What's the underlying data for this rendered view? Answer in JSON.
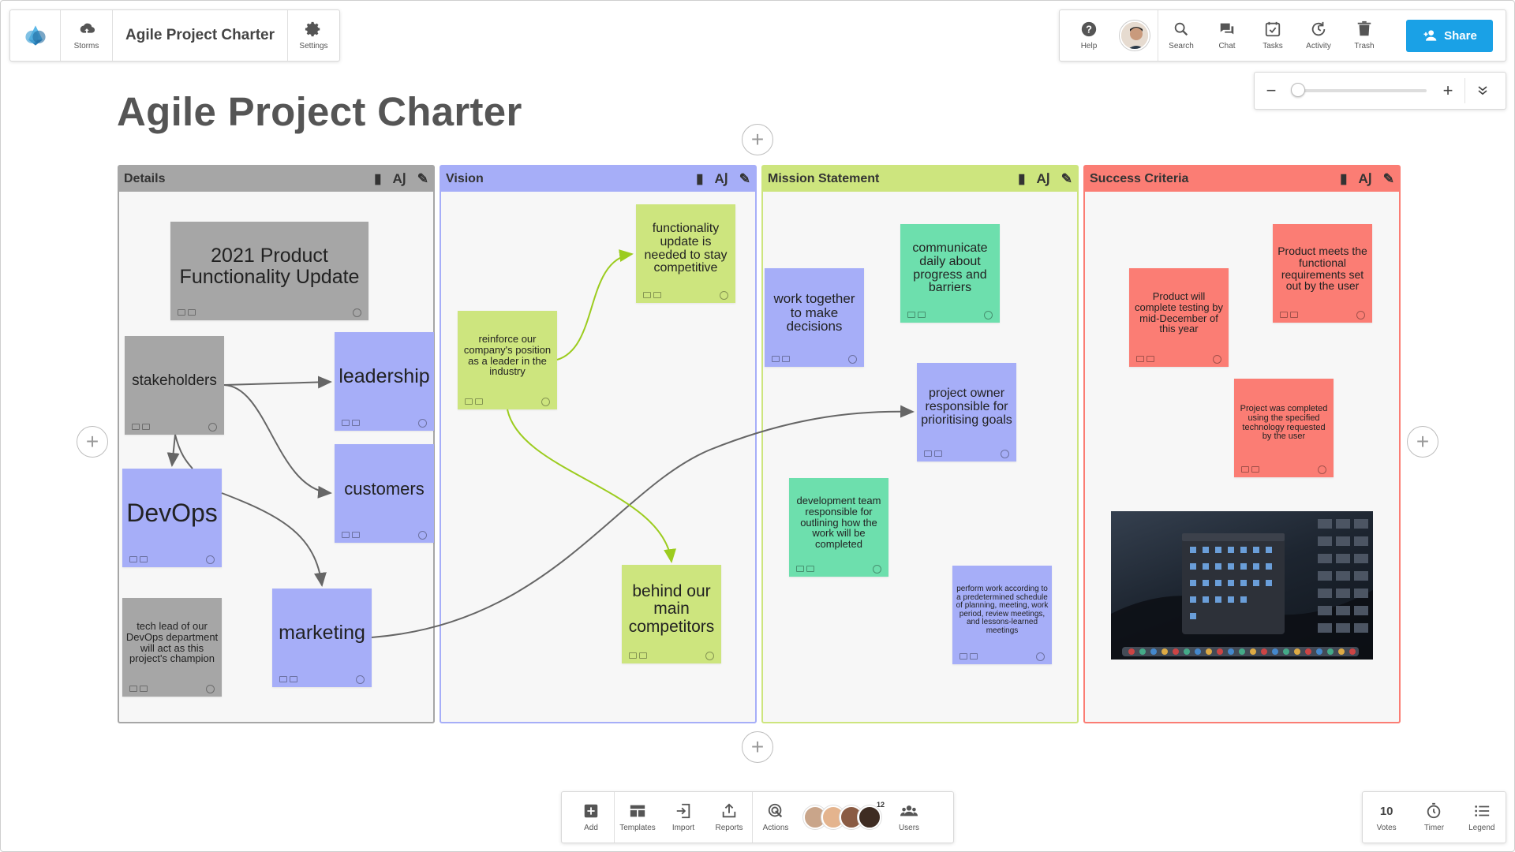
{
  "header": {
    "storms_label": "Storms",
    "board_name": "Agile Project Charter",
    "settings_label": "Settings"
  },
  "topbar": {
    "help": "Help",
    "search": "Search",
    "chat": "Chat",
    "tasks": "Tasks",
    "activity": "Activity",
    "trash": "Trash",
    "share": "Share"
  },
  "zoom": {
    "minus": "−",
    "plus": "+",
    "level": 0.0
  },
  "page_title": "Agile Project Charter",
  "columns": [
    {
      "title": "Details",
      "color": "#a6a6a6",
      "border": "#a6a6a6"
    },
    {
      "title": "Vision",
      "color": "#a6aef8",
      "border": "#a6aef8"
    },
    {
      "title": "Mission Statement",
      "color": "#cde57e",
      "border": "#cde57e"
    },
    {
      "title": "Success Criteria",
      "color": "#fb7d74",
      "border": "#fb7d74"
    }
  ],
  "notes": {
    "product_update": "2021 Product Functionality Update",
    "stakeholders": "stakeholders",
    "leadership": "leadership",
    "customers": "customers",
    "devops": "DevOps",
    "tech_lead": "tech lead of our DevOps department will act as this project's champion",
    "marketing": "marketing",
    "reinforce": "reinforce our company's position as a leader in the industry",
    "functionality": "functionality update is needed to stay competitive",
    "behind": "behind our main competitors",
    "work_together": "work together to make decisions",
    "communicate": "communicate daily about progress and barriers",
    "project_owner": "project owner responsible for prioritising goals",
    "dev_team": "development team responsible for outlining how the work will be completed",
    "perform_work": "perform work according to a predetermined schedule of planning, meeting, work period, review meetings, and lessons-learned meetings",
    "product_meets": "Product meets the functional requirements set out by the user",
    "complete_testing": "Product will complete testing by mid-December of this year",
    "project_completed": "Project was completed using the specified technology requested by the user"
  },
  "bottombar": {
    "add": "Add",
    "templates": "Templates",
    "import": "Import",
    "reports": "Reports",
    "actions": "Actions",
    "users": "Users",
    "user_count": "12"
  },
  "votebar": {
    "votes_count": "10",
    "votes": "Votes",
    "timer": "Timer",
    "legend": "Legend"
  },
  "colors": {
    "accent": "#1aa1e6",
    "arrow_gray": "#666666",
    "arrow_green": "#9ccc1f"
  },
  "icons": [
    "logo-icon",
    "cloud-icon",
    "gear-icon",
    "help-icon",
    "search-icon",
    "chat-icon",
    "tasks-icon",
    "activity-icon",
    "trash-icon",
    "add-user-icon",
    "zoom-out-icon",
    "zoom-in-icon",
    "collapse-icon",
    "book-icon",
    "ai-text-icon",
    "edit-icon",
    "plus-circle-icon",
    "add-icon",
    "templates-icon",
    "import-icon",
    "reports-icon",
    "actions-icon",
    "users-icon",
    "timer-icon",
    "legend-icon"
  ]
}
